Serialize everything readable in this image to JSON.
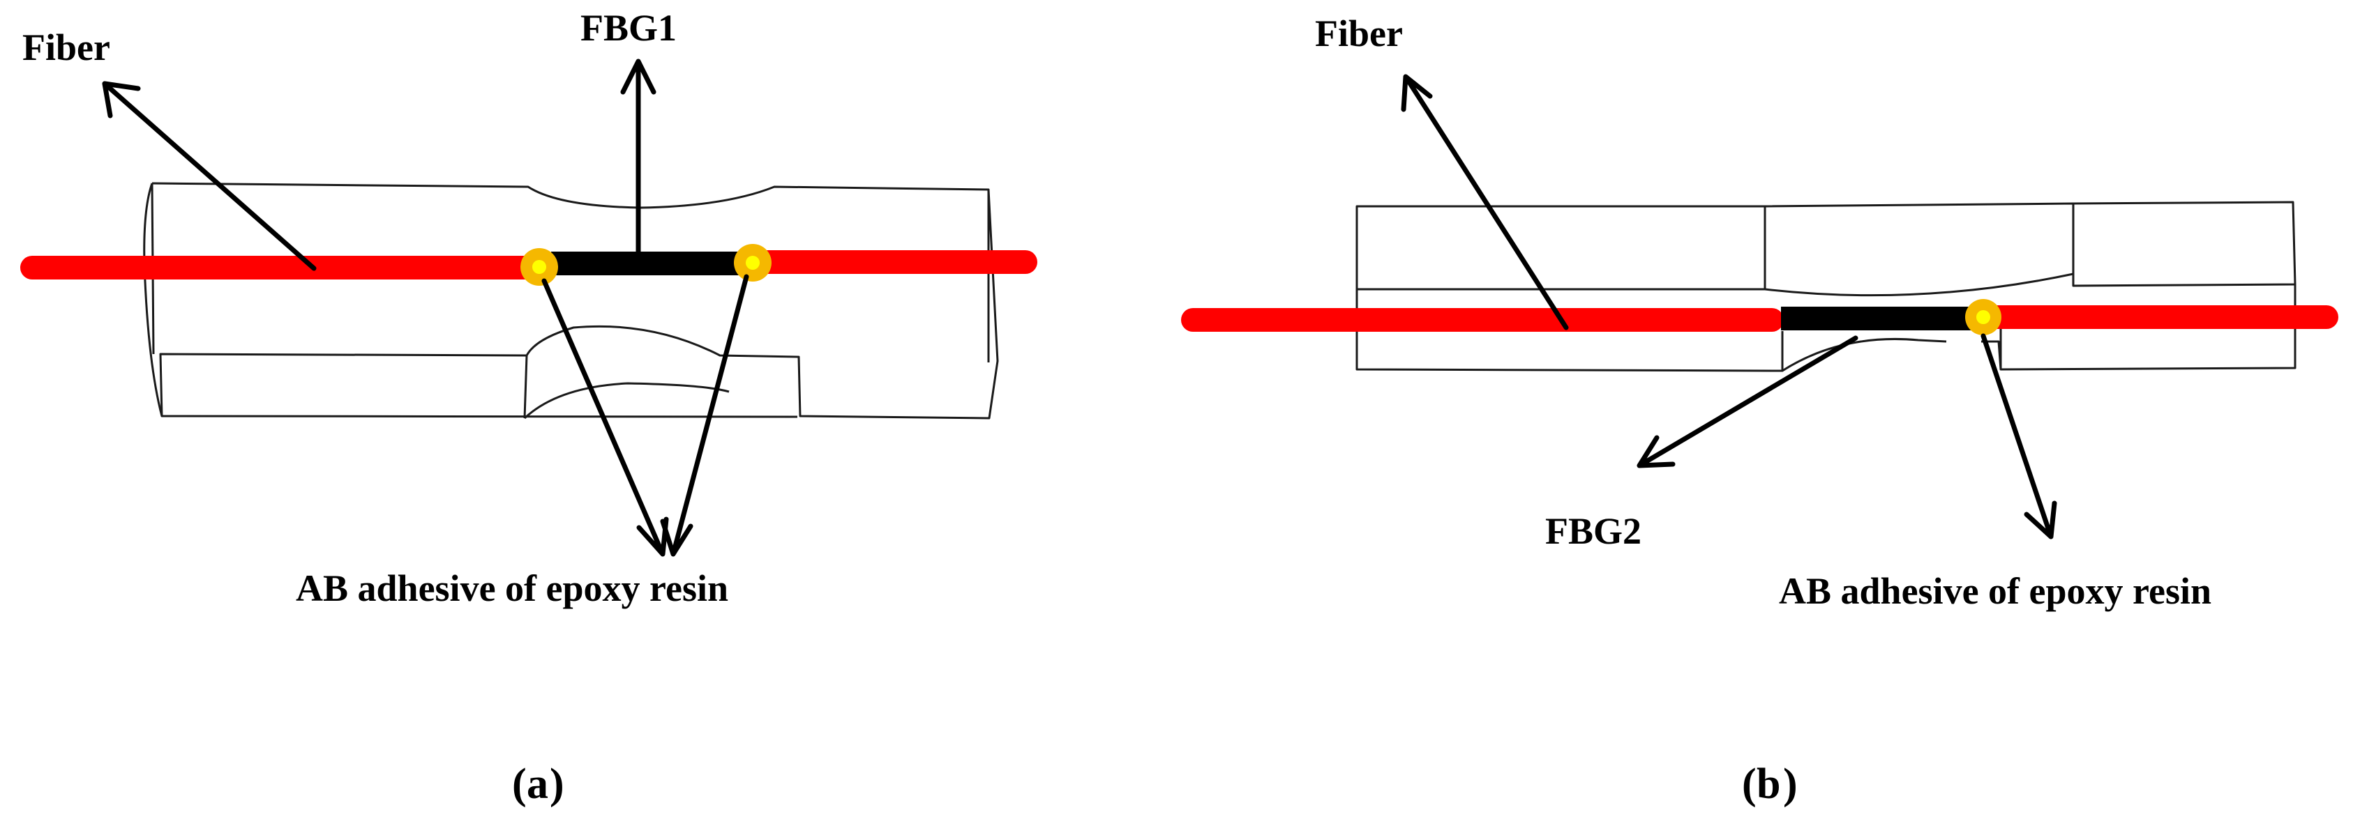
{
  "panel_a": {
    "labels": {
      "fiber": "Fiber",
      "fbg": "FBG1",
      "adhesive": "AB adhesive of epoxy resin",
      "caption_letter": "a"
    }
  },
  "panel_b": {
    "labels": {
      "fiber": "Fiber",
      "fbg": "FBG2",
      "adhesive": "AB adhesive of epoxy resin",
      "caption_letter": "b"
    }
  },
  "colors": {
    "fiber": "#ff0000",
    "fbg_grating": "#000000",
    "adhesive_ring": "#f5b800",
    "adhesive_core": "#ffff00",
    "outline": "#1a1a1a"
  }
}
